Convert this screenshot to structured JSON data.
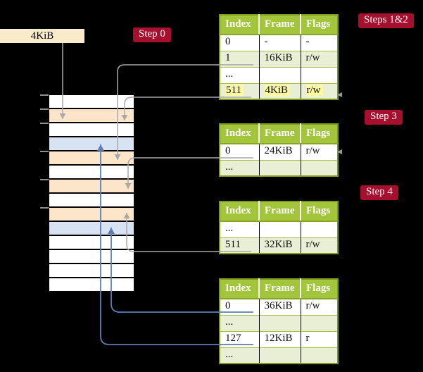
{
  "title_box": {
    "label": "4KiB"
  },
  "steps": {
    "step0": "Step 0",
    "steps12": "Steps 1&2",
    "step3": "Step 3",
    "step4": "Step 4"
  },
  "tables": [
    {
      "name": "page-table-level-root",
      "headers": [
        "Index",
        "Frame",
        "Flags"
      ],
      "rows": [
        {
          "cells": [
            "0",
            "-",
            "-"
          ]
        },
        {
          "cells": [
            "1",
            "16KiB",
            "r/w"
          ]
        },
        {
          "cells": [
            "...",
            "",
            ""
          ]
        },
        {
          "cells": [
            "511",
            "4KiB",
            "r/w"
          ],
          "highlighted": true
        }
      ]
    },
    {
      "name": "page-table-level-2",
      "headers": [
        "Index",
        "Frame",
        "Flags"
      ],
      "rows": [
        {
          "cells": [
            "0",
            "24KiB",
            "r/w"
          ]
        },
        {
          "cells": [
            "...",
            "",
            ""
          ]
        }
      ]
    },
    {
      "name": "page-table-level-3",
      "headers": [
        "Index",
        "Frame",
        "Flags"
      ],
      "rows": [
        {
          "cells": [
            "...",
            "",
            ""
          ]
        },
        {
          "cells": [
            "511",
            "32KiB",
            "r/w"
          ]
        }
      ]
    },
    {
      "name": "page-table-level-4",
      "headers": [
        "Index",
        "Frame",
        "Flags"
      ],
      "rows": [
        {
          "cells": [
            "0",
            "36KiB",
            "r/w"
          ]
        },
        {
          "cells": [
            "...",
            "",
            ""
          ]
        },
        {
          "cells": [
            "127",
            "12KiB",
            "r"
          ]
        },
        {
          "cells": [
            "...",
            "",
            ""
          ]
        }
      ]
    }
  ],
  "memory_stack": {
    "rows": [
      "white",
      "wheat",
      "white",
      "blue",
      "wheat",
      "white",
      "wheat",
      "white",
      "wheat",
      "blue",
      "white",
      "white",
      "white",
      "white"
    ]
  },
  "colors": {
    "background": "#000000",
    "table_header_bg": "#a3c53c",
    "table_border": "#7c981e",
    "table_row_alt_bg": "#e9efd5",
    "highlight_bg": "#fcf9a4",
    "step_label_bg": "#a60f2d",
    "step_label_text": "#ffffff",
    "page_size_box_bg": "#faecca",
    "frame_wheat": "#fce5c9",
    "frame_blue": "#d7e3f3",
    "arrow_gray": "#a9a9a9",
    "arrow_blue": "#5b7fb5"
  }
}
